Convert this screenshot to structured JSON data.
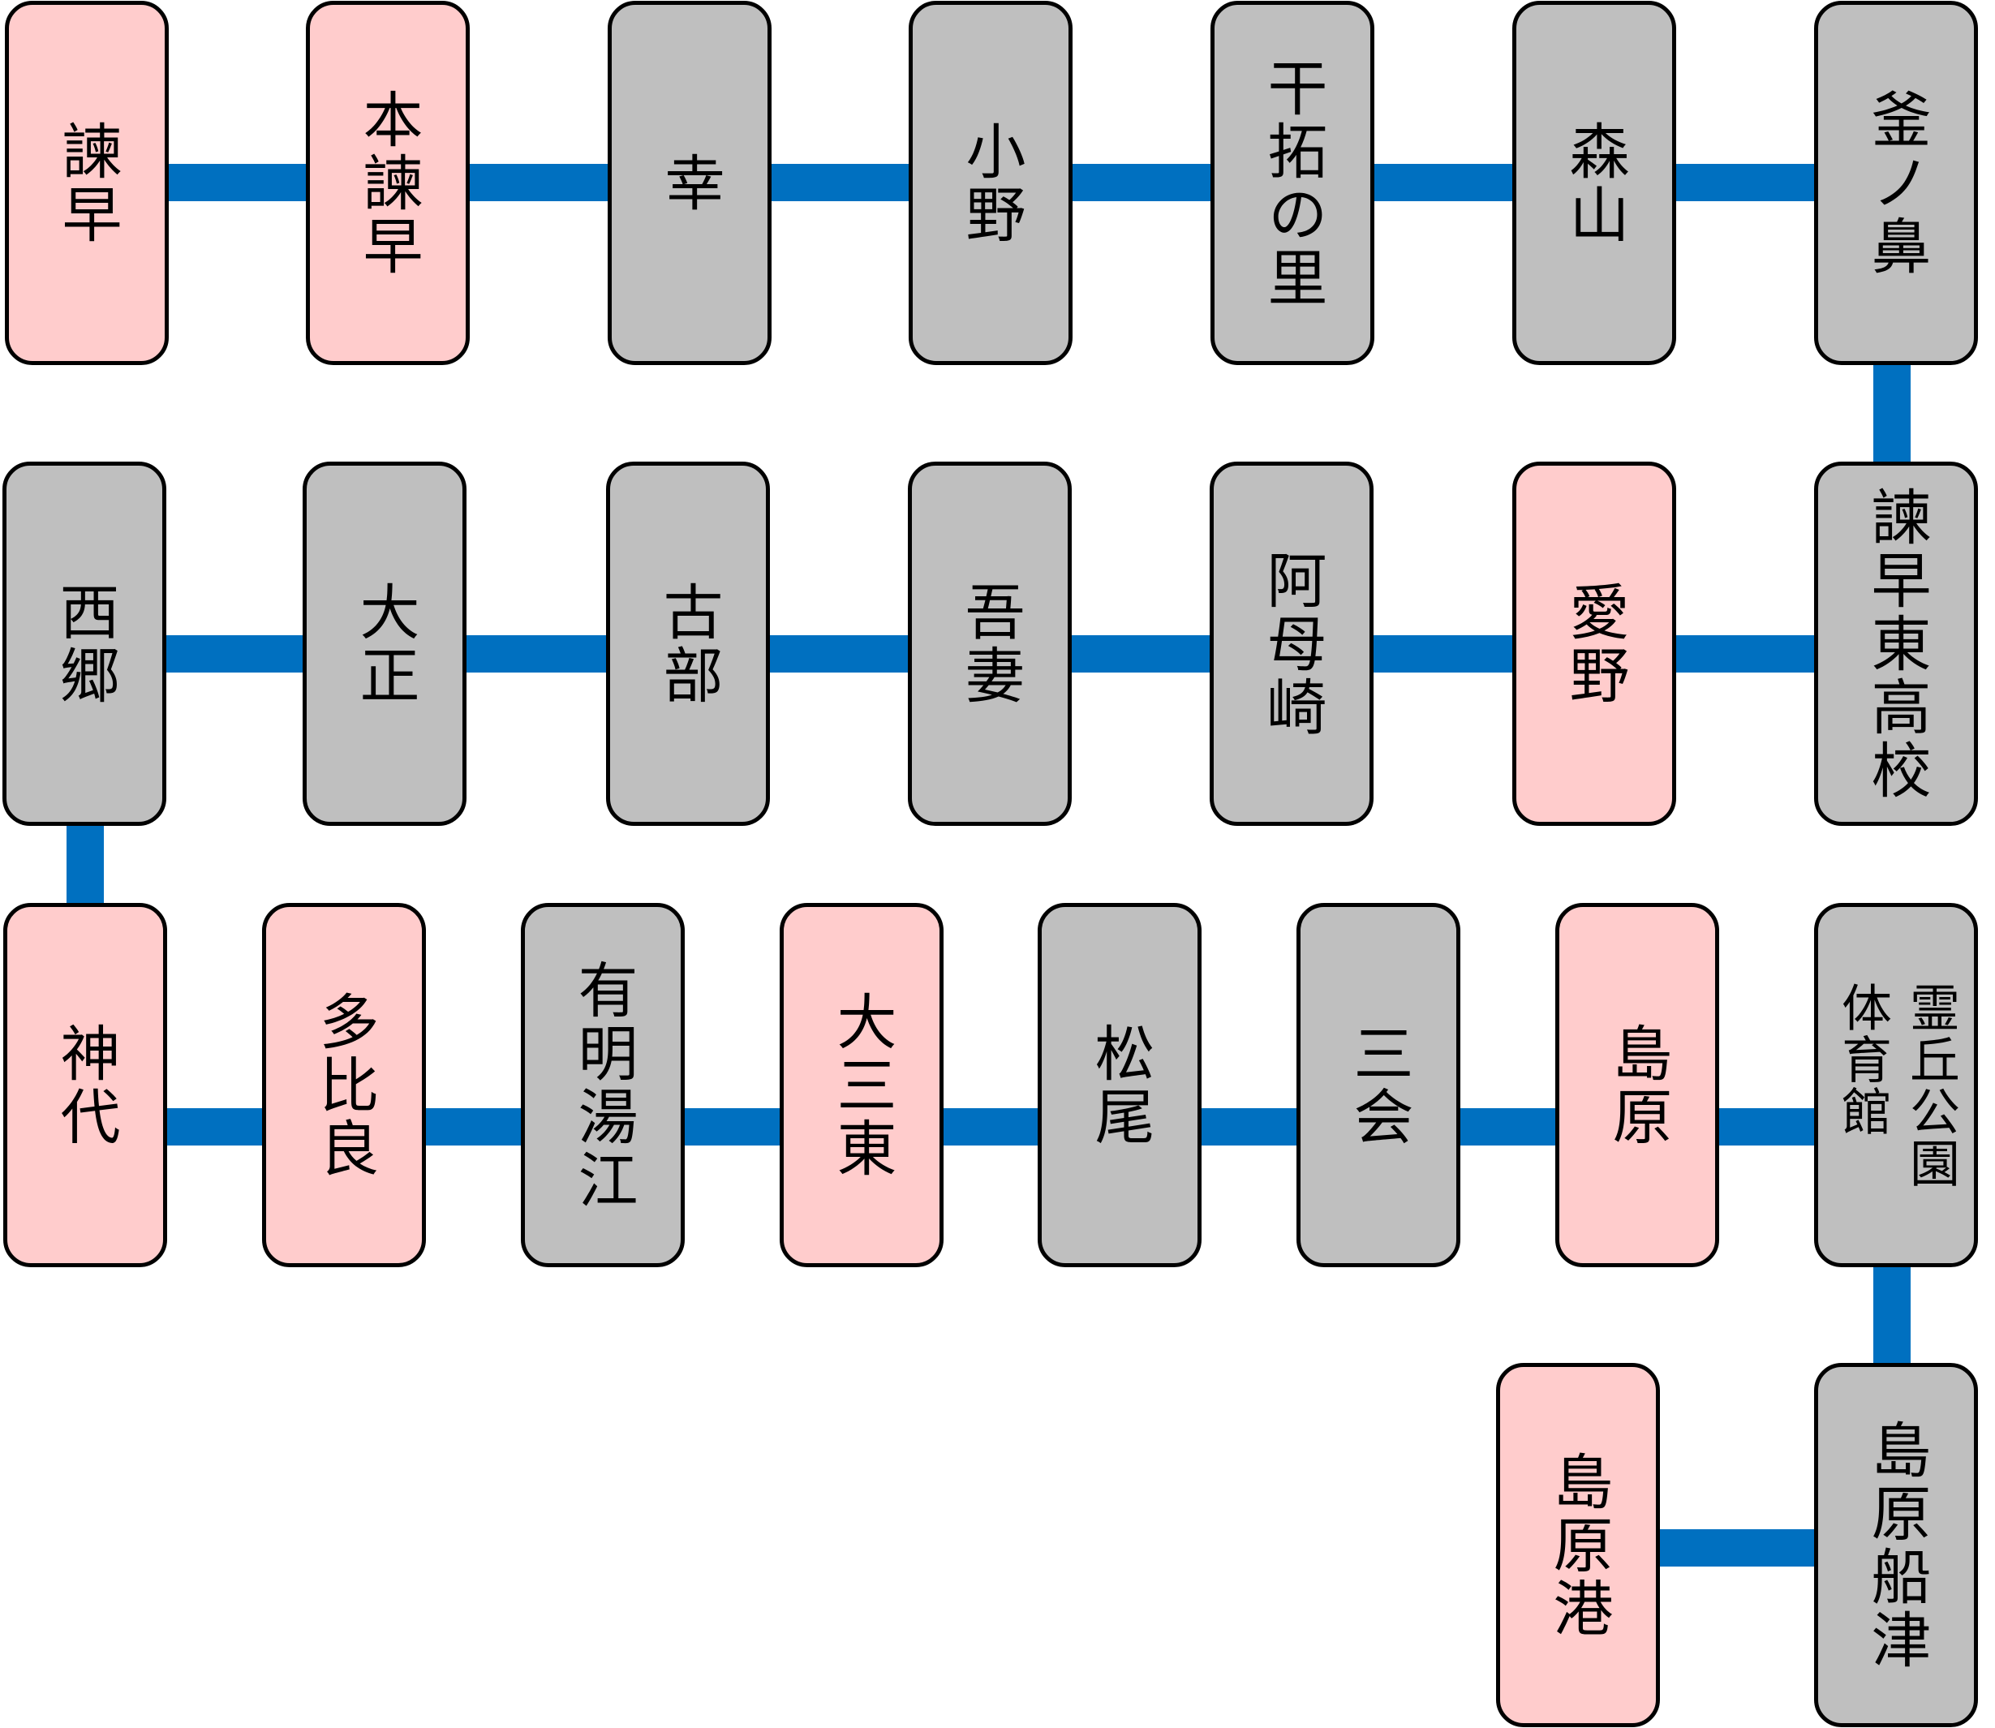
{
  "diagram": {
    "title": "",
    "line_color": "#0070C0",
    "station_colors": {
      "major": "#FFCCCC",
      "minor": "#BFBFBF"
    },
    "stations": [
      {
        "id": "isahaya",
        "name": "諫早",
        "type": "major"
      },
      {
        "id": "hon-isahaya",
        "name": "本諫早",
        "type": "major"
      },
      {
        "id": "saiwai",
        "name": "幸",
        "type": "minor"
      },
      {
        "id": "ono",
        "name": "小野",
        "type": "minor"
      },
      {
        "id": "kantaku-no-sato",
        "name": "干拓の里",
        "type": "minor"
      },
      {
        "id": "moriyama",
        "name": "森山",
        "type": "minor"
      },
      {
        "id": "kama-no-hana",
        "name": "釜ノ鼻",
        "type": "minor"
      },
      {
        "id": "isahaya-higashi-koko",
        "name": "諫早東高校",
        "type": "minor"
      },
      {
        "id": "aino",
        "name": "愛野",
        "type": "major"
      },
      {
        "id": "abozaki",
        "name": "阿母崎",
        "type": "minor"
      },
      {
        "id": "azuma",
        "name": "吾妻",
        "type": "minor"
      },
      {
        "id": "kobe",
        "name": "古部",
        "type": "minor"
      },
      {
        "id": "taisho",
        "name": "大正",
        "type": "minor"
      },
      {
        "id": "saigo",
        "name": "西郷",
        "type": "minor"
      },
      {
        "id": "kojiro",
        "name": "神代",
        "type": "major"
      },
      {
        "id": "tara",
        "name": "多比良",
        "type": "major"
      },
      {
        "id": "ariake-yue",
        "name": "有明湯江",
        "type": "minor"
      },
      {
        "id": "omisaki",
        "name": "大三東",
        "type": "major"
      },
      {
        "id": "matsuo",
        "name": "松尾",
        "type": "minor"
      },
      {
        "id": "mie",
        "name": "三会",
        "type": "minor"
      },
      {
        "id": "shimabara",
        "name": "島原",
        "type": "major"
      },
      {
        "id": "reikyu-koen-taiikukan",
        "name": "霊丘公園\n体育館",
        "type": "minor"
      },
      {
        "id": "shimabara-funatsu",
        "name": "島原船津",
        "type": "minor"
      },
      {
        "id": "shimabara-ko",
        "name": "島原港",
        "type": "major"
      }
    ]
  }
}
